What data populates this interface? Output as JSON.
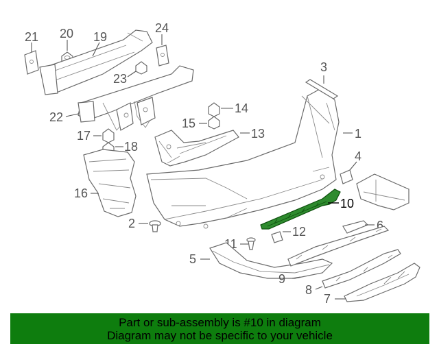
{
  "diagram": {
    "callouts": [
      {
        "id": "1",
        "label": "1"
      },
      {
        "id": "2",
        "label": "2"
      },
      {
        "id": "3",
        "label": "3"
      },
      {
        "id": "4",
        "label": "4"
      },
      {
        "id": "5",
        "label": "5"
      },
      {
        "id": "6",
        "label": "6"
      },
      {
        "id": "7",
        "label": "7"
      },
      {
        "id": "8",
        "label": "8"
      },
      {
        "id": "9",
        "label": "9"
      },
      {
        "id": "10",
        "label": "10"
      },
      {
        "id": "11",
        "label": "11"
      },
      {
        "id": "12",
        "label": "12"
      },
      {
        "id": "13",
        "label": "13"
      },
      {
        "id": "14",
        "label": "14"
      },
      {
        "id": "15",
        "label": "15"
      },
      {
        "id": "16",
        "label": "16"
      },
      {
        "id": "17",
        "label": "17"
      },
      {
        "id": "18",
        "label": "18"
      },
      {
        "id": "19",
        "label": "19"
      },
      {
        "id": "20",
        "label": "20"
      },
      {
        "id": "21",
        "label": "21"
      },
      {
        "id": "22",
        "label": "22"
      },
      {
        "id": "23",
        "label": "23"
      },
      {
        "id": "24",
        "label": "24"
      }
    ],
    "highlighted_part": "10",
    "highlight_color": "#2e8b2e"
  },
  "banner": {
    "line1": "Part or sub-assembly is #10 in diagram",
    "line2": "Diagram may not be specific to your vehicle",
    "background": "#0e7d0e"
  }
}
